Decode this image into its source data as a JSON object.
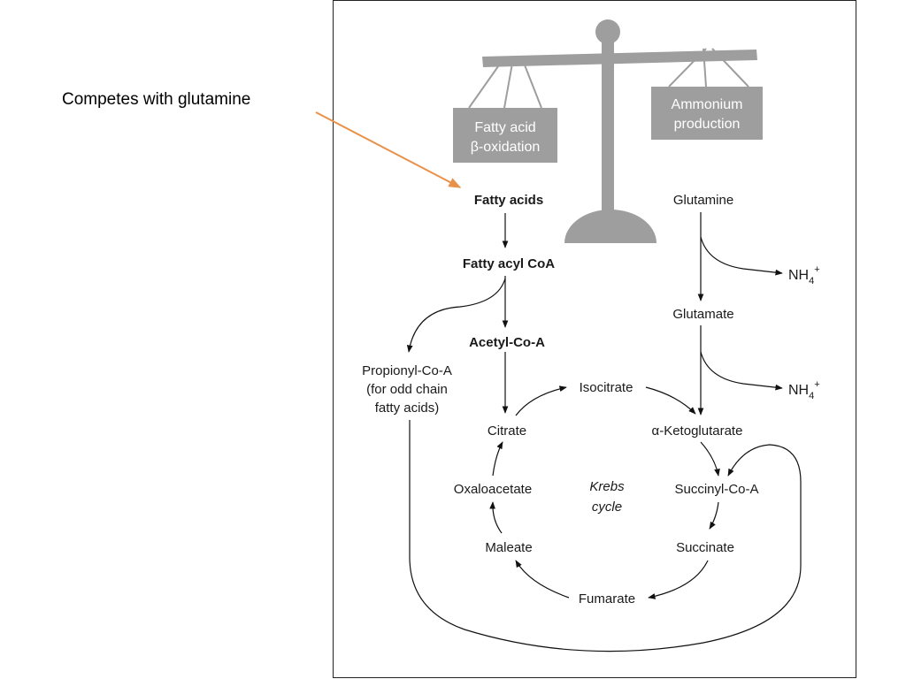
{
  "callout": {
    "text": "Competes with glutamine",
    "arrow_color": "#e8914a"
  },
  "balance": {
    "left_box": {
      "line1": "Fatty acid",
      "line2": "β-oxidation"
    },
    "right_box": {
      "line1": "Ammonium",
      "line2": "production"
    },
    "color": "#9e9e9e"
  },
  "nodes": {
    "fatty_acids": "Fatty acids",
    "fatty_acyl_coa": "Fatty acyl CoA",
    "acetyl_coa": "Acetyl-Co-A",
    "propionyl_1": "Propionyl-Co-A",
    "propionyl_2": "(for odd chain",
    "propionyl_3": "fatty acids)",
    "glutamine": "Glutamine",
    "nh4_1": "NH",
    "nh4_2": "NH",
    "nh4_sub": "4",
    "nh4_sup": "+",
    "glutamate": "Glutamate",
    "isocitrate": "Isocitrate",
    "citrate": "Citrate",
    "alpha_kg": "α-Ketoglutarate",
    "krebs_1": "Krebs",
    "krebs_2": "cycle",
    "oxaloacetate": "Oxaloacetate",
    "succinyl_coa": "Succinyl-Co-A",
    "maleate": "Maleate",
    "succinate": "Succinate",
    "fumarate": "Fumarate"
  }
}
